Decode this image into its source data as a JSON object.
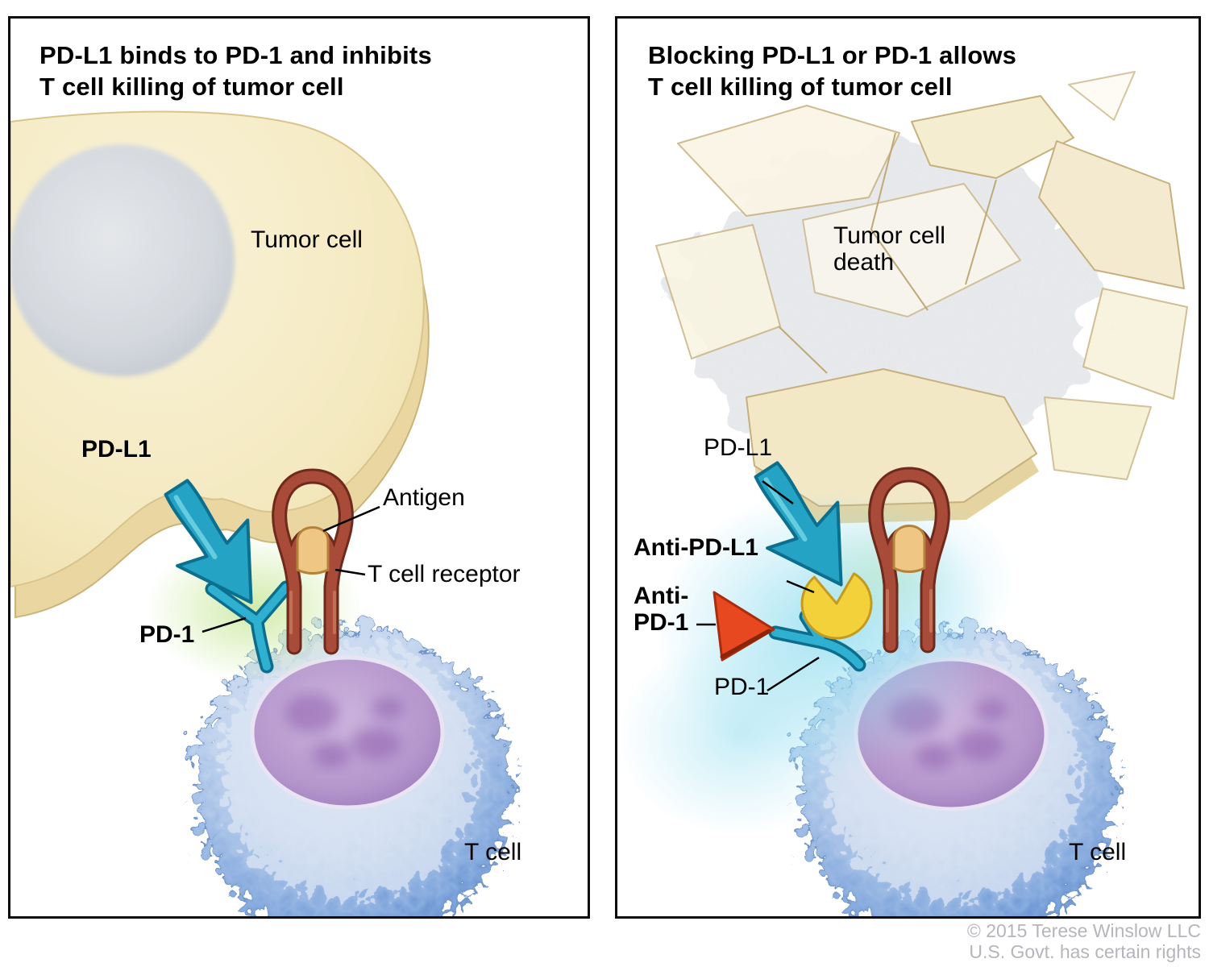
{
  "panel_left": {
    "title": [
      "PD-L1 binds to PD-1 and inhibits",
      "T cell killing of tumor cell"
    ],
    "labels": {
      "tumor_cell": "Tumor cell",
      "pdl1": "PD-L1",
      "antigen": "Antigen",
      "t_cell_receptor": "T cell receptor",
      "pd1": "PD-1",
      "t_cell": "T cell"
    }
  },
  "panel_right": {
    "title": [
      "Blocking PD-L1 or PD-1 allows",
      "T cell killing of tumor cell"
    ],
    "labels": {
      "tumor_cell_death": [
        "Tumor cell",
        "death"
      ],
      "pdl1": "PD-L1",
      "anti_pdl1": "Anti-PD-L1",
      "anti_pd1": [
        "Anti-",
        "PD-1"
      ],
      "pd1": "PD-1",
      "t_cell": "T cell"
    }
  },
  "footer": {
    "copyright": "© 2015 Terese Winslow LLC",
    "rights": "U.S. Govt. has certain rights"
  },
  "colors": {
    "pdl1_teal": "#25a3c4",
    "pd1_teal_light": "#2fb0d0",
    "pd1_teal_dark": "#0c6d8c",
    "receptor_brown": "#a84b38",
    "receptor_outline": "#6e2a1c",
    "antigen_tan": "#f0c684",
    "anti_pdl1_yellow": "#f2d13a",
    "anti_pd1_red": "#e8481f",
    "tumor_cream": "#f4e9c0",
    "tumor_rim": "#e9d6a0",
    "t_cell_blue": "#5d88cc",
    "t_cell_nucleus_purple": "#b596cc",
    "tumor_nucleus_gray": "#d7dbe0",
    "glow_green": "#c8e89a",
    "glow_cyan": "#8fdcef"
  }
}
